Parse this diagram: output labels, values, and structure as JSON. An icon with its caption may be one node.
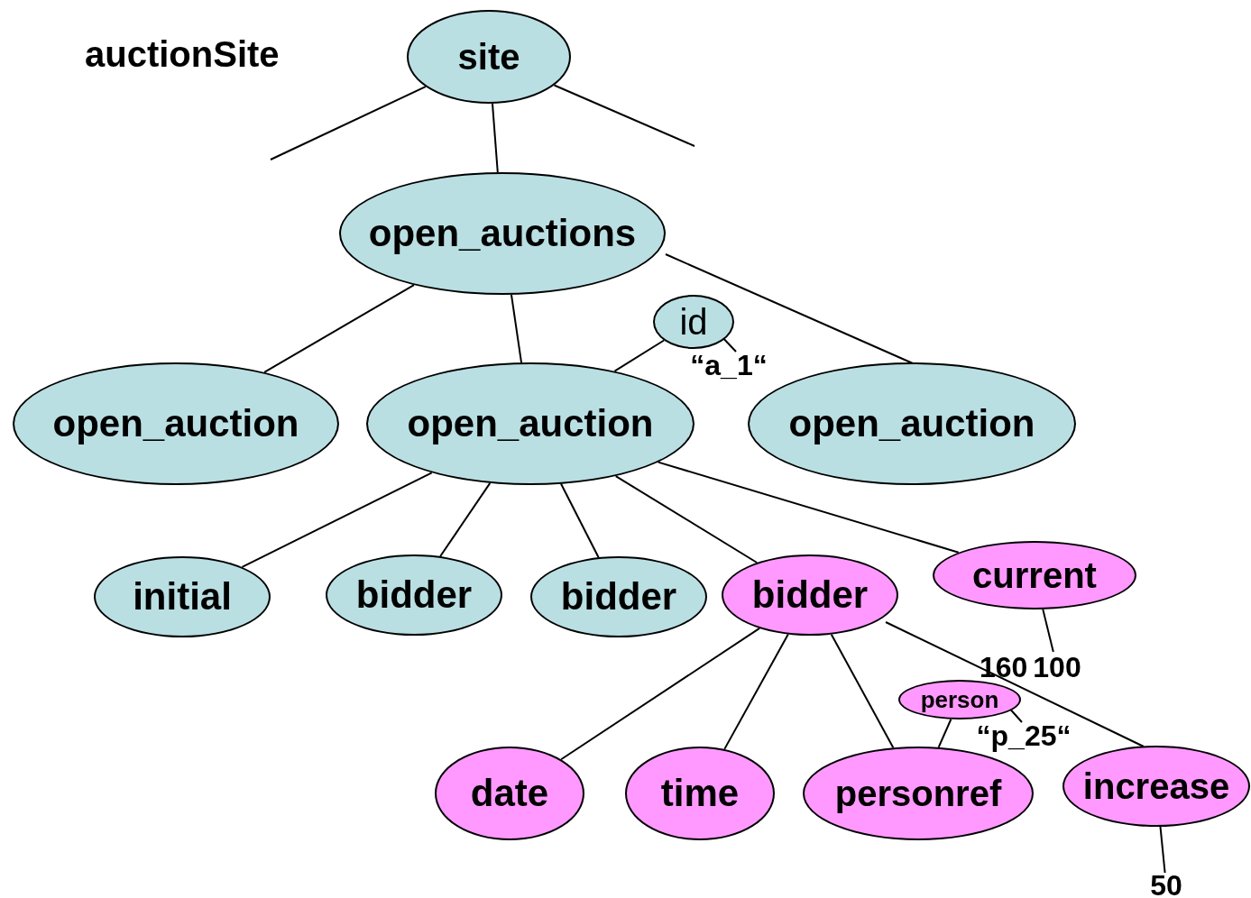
{
  "diagram": {
    "nodes": [
      {
        "text": [
          "site"
        ]
      },
      {
        "text": [
          "open_auctions"
        ]
      },
      {
        "text": [
          "open_auction"
        ]
      },
      {
        "text": [
          "id"
        ]
      },
      {
        "text": [
          "open_auction"
        ]
      },
      {
        "text": [
          "open_auction"
        ]
      },
      {
        "text": [
          "initial"
        ]
      },
      {
        "text": [
          "bidder"
        ]
      },
      {
        "text": [
          "bidder"
        ]
      },
      {
        "text": [
          "bidder"
        ]
      },
      {
        "text": [
          "current"
        ]
      },
      {
        "text": [
          "person"
        ]
      },
      {
        "text": [
          "date"
        ]
      },
      {
        "text": [
          "time"
        ]
      },
      {
        "text": [
          "personref"
        ]
      },
      {
        "text": [
          "increase"
        ]
      },
      {
        "text": [
          "“a_1“"
        ]
      },
      {
        "text": [
          "100"
        ]
      },
      {
        "text": [
          "“p_25“"
        ]
      },
      {
        "text": [
          "50"
        ]
      }
    ],
    "edges": [
      {
        "from": 0,
        "to": null,
        "arrow": "none"
      },
      {
        "from": 0,
        "to": null,
        "arrow": "none"
      },
      {
        "from": 0,
        "to": 1,
        "arrow": "none"
      },
      {
        "from": 1,
        "to": 2,
        "arrow": "none"
      },
      {
        "from": 1,
        "to": 4,
        "arrow": "none"
      },
      {
        "from": 1,
        "to": 5,
        "arrow": "none"
      },
      {
        "from": 3,
        "to": 4,
        "arrow": "none"
      },
      {
        "from": 3,
        "to": 16,
        "arrow": "none"
      },
      {
        "from": 4,
        "to": 6,
        "arrow": "none"
      },
      {
        "from": 4,
        "to": 7,
        "arrow": "none"
      },
      {
        "from": 4,
        "to": 8,
        "arrow": "none"
      },
      {
        "from": 4,
        "to": 9,
        "arrow": "none"
      },
      {
        "from": 4,
        "to": 10,
        "arrow": "none"
      },
      {
        "from": 10,
        "to": 17,
        "arrow": "none"
      },
      {
        "from": 9,
        "to": 12,
        "arrow": "none"
      },
      {
        "from": 9,
        "to": 13,
        "arrow": "none"
      },
      {
        "from": 9,
        "to": 14,
        "arrow": "none"
      },
      {
        "from": 9,
        "to": 15,
        "arrow": "none"
      },
      {
        "from": 11,
        "to": 14,
        "arrow": "none"
      },
      {
        "from": 11,
        "to": 18,
        "arrow": "none"
      },
      {
        "from": 15,
        "to": 19,
        "arrow": "none"
      }
    ],
    "labels": [
      "auctionSite",
      "160"
    ]
  }
}
